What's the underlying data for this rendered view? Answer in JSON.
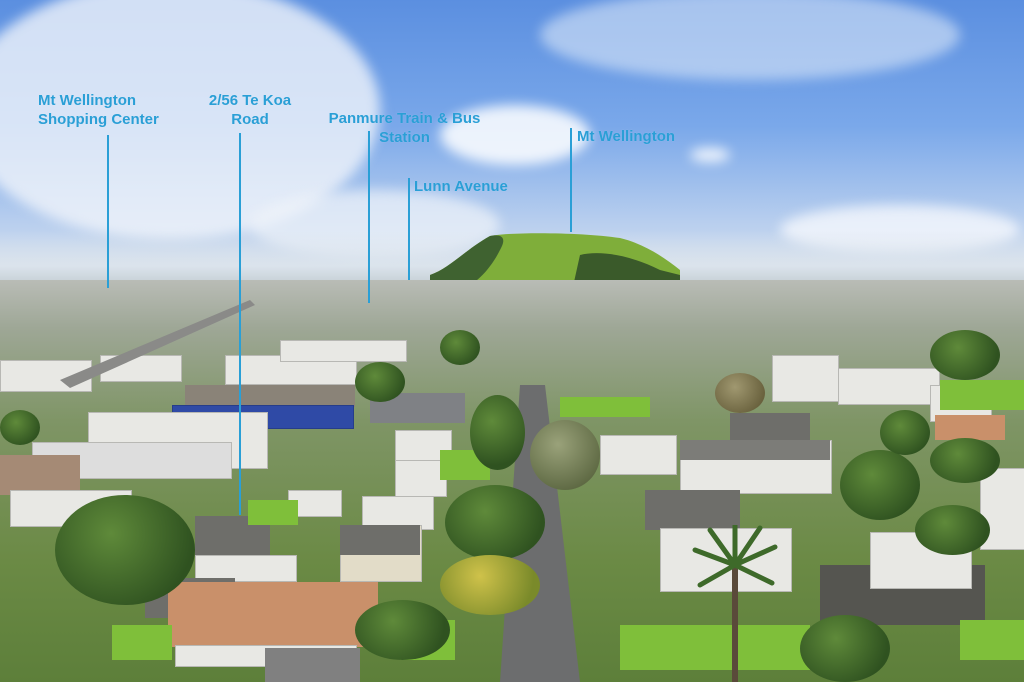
{
  "image": {
    "description": "Aerial drone photo of a suburban Auckland neighbourhood with annotated landmarks",
    "accent_color": "#2a9fd6"
  },
  "annotations": [
    {
      "id": "mt-wellington-shopping-center",
      "line1": "Mt Wellington",
      "line2": "Shopping Center"
    },
    {
      "id": "te-koa-road",
      "line1": "2/56 Te Koa",
      "line2": "Road"
    },
    {
      "id": "panmure-station",
      "line1": "Panmure Train & Bus",
      "line2": "Station"
    },
    {
      "id": "lunn-avenue",
      "line1": "Lunn Avenue"
    },
    {
      "id": "mt-wellington",
      "line1": "Mt Wellington"
    }
  ]
}
